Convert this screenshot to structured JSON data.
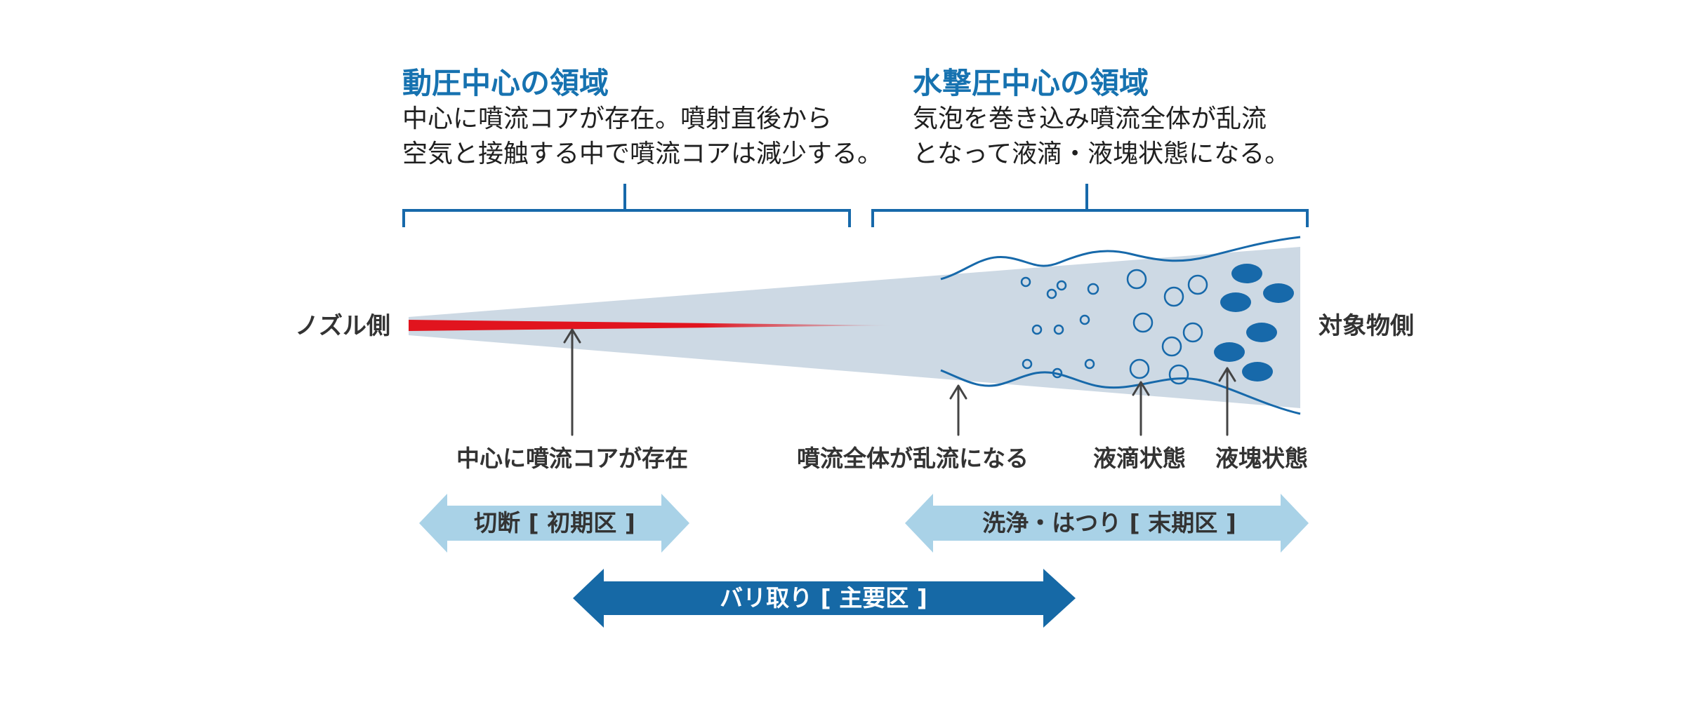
{
  "colors": {
    "brand_blue": "#1769aa",
    "heading_blue": "#1672b0",
    "jet_gray": "#cdd9e4",
    "core_red": "#e1141e",
    "light_arrow": "#a9d2e7",
    "dark_arrow": "#1669a6",
    "label_gray": "#333333"
  },
  "regions": {
    "dynamic": {
      "title": "動圧中心の領域",
      "line1": "中心に噴流コアが存在。噴射直後から",
      "line2": "空気と接触する中で噴流コアは減少する。"
    },
    "water_hammer": {
      "title": "水撃圧中心の領域",
      "line1": "気泡を巻き込み噴流全体が乱流",
      "line2": "となって液滴・液塊状態になる。"
    }
  },
  "sides": {
    "nozzle": "ノズル側",
    "target": "対象物側"
  },
  "pointers": {
    "core": "中心に噴流コアが存在",
    "turbulent": "噴流全体が乱流になる",
    "droplet": "液滴状態",
    "lump": "液塊状態"
  },
  "zones": {
    "cutting": "切断 [ 初期区 ]",
    "cleaning": "洗浄・はつり [ 末期区 ]",
    "deburring": "バリ取り [ 主要区 ]"
  }
}
